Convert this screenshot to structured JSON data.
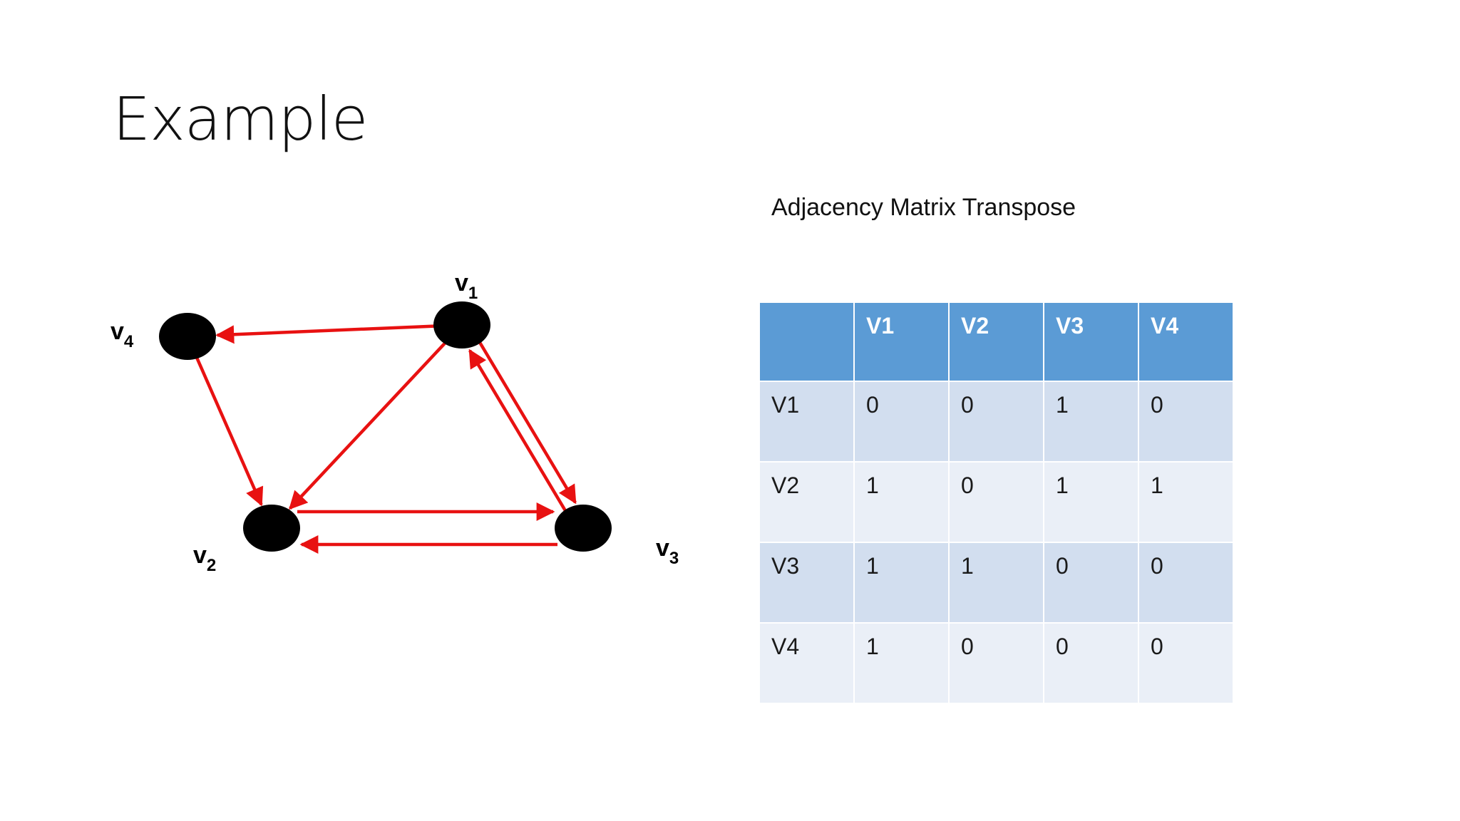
{
  "slide": {
    "title": "Example"
  },
  "graph": {
    "edge_color": "#e81111",
    "node_color": "#000000",
    "nodes": [
      {
        "id": "v1",
        "label": "v",
        "sub": "1"
      },
      {
        "id": "v2",
        "label": "v",
        "sub": "2"
      },
      {
        "id": "v3",
        "label": "v",
        "sub": "3"
      },
      {
        "id": "v4",
        "label": "v",
        "sub": "4"
      }
    ],
    "edges": [
      {
        "from": "v1",
        "to": "v4"
      },
      {
        "from": "v4",
        "to": "v2"
      },
      {
        "from": "v1",
        "to": "v2"
      },
      {
        "from": "v1",
        "to": "v3"
      },
      {
        "from": "v3",
        "to": "v1"
      },
      {
        "from": "v2",
        "to": "v3"
      },
      {
        "from": "v3",
        "to": "v2"
      }
    ]
  },
  "matrix": {
    "caption": "Adjacency Matrix Transpose",
    "header_color": "#5b9bd5",
    "columns": [
      "",
      "V1",
      "V2",
      "V3",
      "V4"
    ],
    "rows": [
      [
        "V1",
        "0",
        "0",
        "1",
        "0"
      ],
      [
        "V2",
        "1",
        "0",
        "1",
        "1"
      ],
      [
        "V3",
        "1",
        "1",
        "0",
        "0"
      ],
      [
        "V4",
        "1",
        "0",
        "0",
        "0"
      ]
    ]
  }
}
